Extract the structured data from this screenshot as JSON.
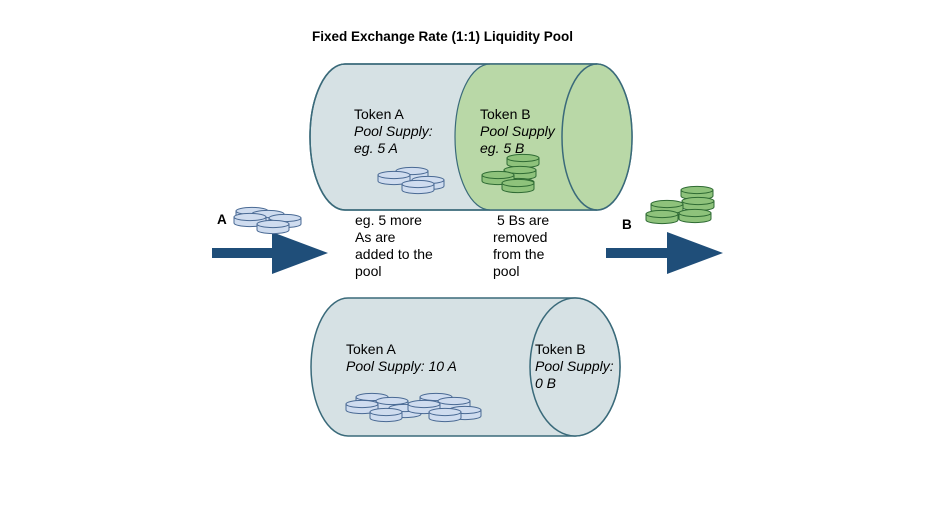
{
  "title": "Fixed Exchange Rate (1:1) Liquidity Pool",
  "colors": {
    "pool_fill": "#d6e1e4",
    "pool_stroke": "#3a6a7a",
    "token_b_fill": "#b9d8a7",
    "coin_a_fill": "#cfdcef",
    "coin_a_stroke": "#4a6a94",
    "coin_b_fill": "#8ec27b",
    "coin_b_stroke": "#2f6b34",
    "arrow": "#1f4e79"
  },
  "top_pool": {
    "token_a": {
      "name": "Token A",
      "supply_label": "Pool Supply:",
      "supply_value": "eg. 5 A"
    },
    "token_b": {
      "name": "Token B",
      "supply_label": "Pool Supply",
      "supply_value": "eg. 5 B"
    }
  },
  "input": {
    "label": "A",
    "note_lines": [
      "eg. 5 more",
      "As are",
      "added to the",
      "pool"
    ]
  },
  "output": {
    "label": "B",
    "note_lines": [
      "5 Bs are",
      "removed",
      "from the",
      "pool"
    ]
  },
  "bottom_pool": {
    "token_a": {
      "name": "Token A",
      "supply": "Pool Supply: 10 A"
    },
    "token_b": {
      "name": "Token B",
      "supply_label": "Pool Supply:",
      "supply_value": "0 B"
    }
  }
}
